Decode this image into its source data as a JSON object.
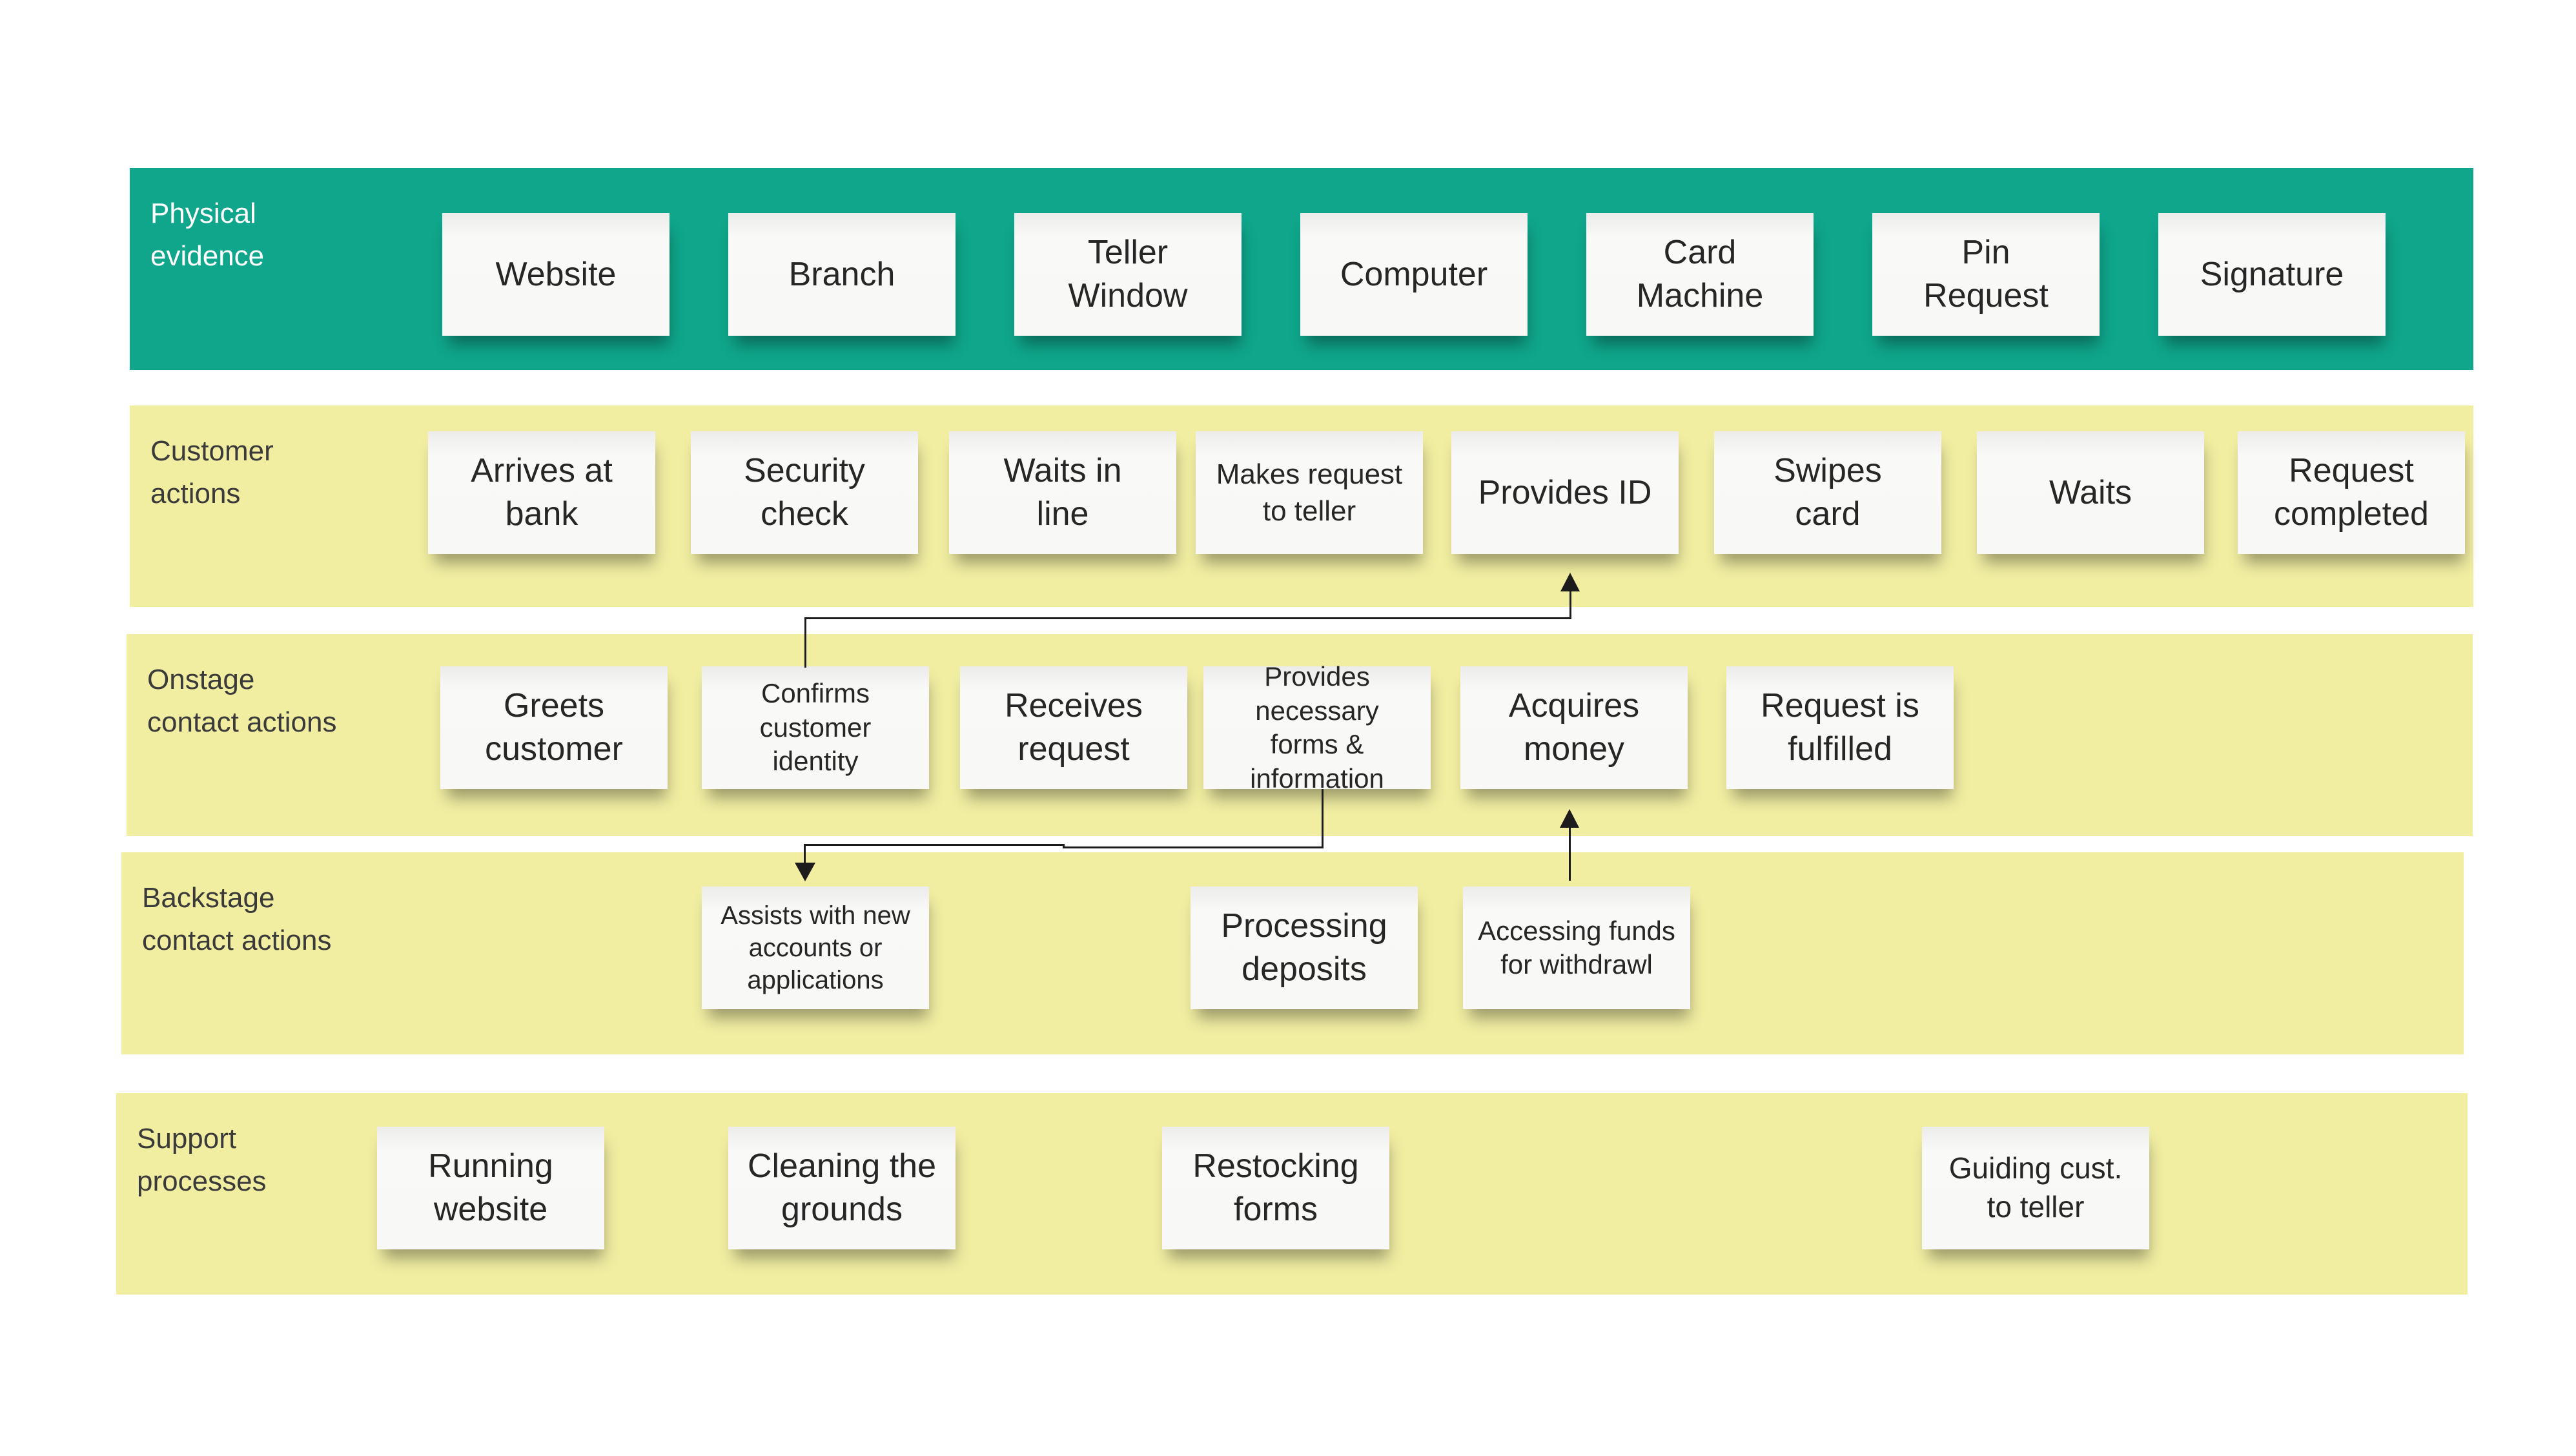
{
  "diagram": {
    "type": "service-blueprint",
    "colors": {
      "lane_green": "#0FA68B",
      "lane_yellow": "#F1EEA2",
      "card_background": "#F8F8F6",
      "card_text": "#262626",
      "lane_label_text": "#3A3A3A",
      "lane_label_text_on_green": "#FFFFFF",
      "connector": "#1C1C1C",
      "page_background": "#FFFFFF"
    },
    "lanes": [
      {
        "id": "physical-evidence",
        "label": "Physical evidence",
        "cards": [
          "Website",
          "Branch",
          "Teller Window",
          "Computer",
          "Card Machine",
          "Pin Request",
          "Signature"
        ]
      },
      {
        "id": "customer-actions",
        "label": "Customer actions",
        "cards": [
          "Arrives at bank",
          "Security check",
          "Waits in line",
          "Makes request to teller",
          "Provides ID",
          "Swipes card",
          "Waits",
          "Request completed"
        ]
      },
      {
        "id": "onstage-contact-actions",
        "label": "Onstage contact actions",
        "cards": [
          "Greets customer",
          "Confirms customer identity",
          "Receives request",
          "Provides necessary forms & information",
          "Acquires money",
          "Request is fulfilled"
        ]
      },
      {
        "id": "backstage-contact-actions",
        "label": "Backstage contact actions",
        "cards": [
          "Assists with new accounts or applications",
          "Processing deposits",
          "Accessing funds for withdrawl"
        ]
      },
      {
        "id": "support-processes",
        "label": "Support processes",
        "cards": [
          "Running website",
          "Cleaning the grounds",
          "Restocking forms",
          "Guiding cust. to teller"
        ]
      }
    ],
    "connectors": [
      {
        "from": "Confirms customer identity",
        "to": "Provides ID",
        "arrow": "up"
      },
      {
        "from": "Provides necessary forms & information",
        "to": "Assists with new accounts or applications",
        "arrow": "down"
      },
      {
        "from": "Accessing funds for withdrawl",
        "to": "Acquires money",
        "arrow": "up"
      }
    ]
  }
}
